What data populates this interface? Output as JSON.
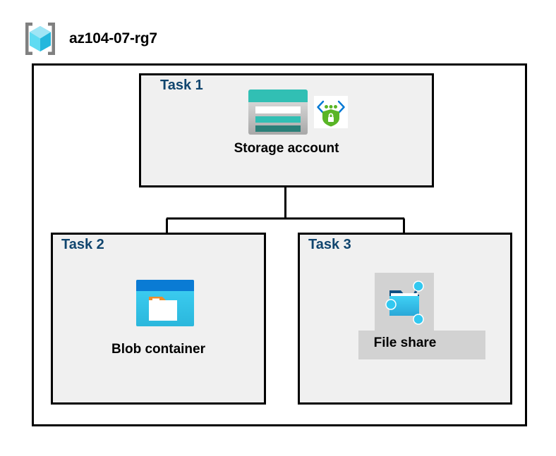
{
  "diagram": {
    "title": "az104-07-rg7",
    "resource_group_icon": "resource-group-cube-icon",
    "colors": {
      "task_label": "#10456E",
      "node_label": "#000000",
      "box_fill": "#F0F0F0",
      "box_border": "#000000",
      "frame_fill": "#FFFFFF",
      "frame_border": "#000000",
      "highlight": "#D2D2D2",
      "storage_teal": "#31BFB4",
      "storage_teal_dark": "#2A7F78",
      "storage_gray": "#B4B4B4",
      "shield_green": "#59B526",
      "shield_blue": "#0078D4",
      "blob_blue": "#0078D4",
      "blob_cyan": "#32C8F0",
      "blob_orange": "#F08C28",
      "fileshare_cyan": "#32C8F0",
      "fileshare_blue": "#0F6CBD",
      "connector": "#000000",
      "cube_cyan_light": "#9FE5F5",
      "cube_cyan": "#3FD1EE",
      "cube_cyan_dark": "#23B7DD",
      "bracket_gray": "#808080"
    },
    "nodes": [
      {
        "id": "task1",
        "task_label": "Task 1",
        "node_label": "Storage account",
        "icons": [
          "storage-account-icon",
          "secure-endpoint-shield-icon"
        ],
        "highlighted": false
      },
      {
        "id": "task2",
        "task_label": "Task 2",
        "node_label": "Blob container",
        "icons": [
          "blob-container-icon"
        ],
        "highlighted": false
      },
      {
        "id": "task3",
        "task_label": "Task 3",
        "node_label": "File share",
        "icons": [
          "file-share-icon"
        ],
        "highlighted": true
      }
    ],
    "connections": [
      {
        "from": "task1",
        "to": "task2"
      },
      {
        "from": "task1",
        "to": "task3"
      }
    ]
  }
}
